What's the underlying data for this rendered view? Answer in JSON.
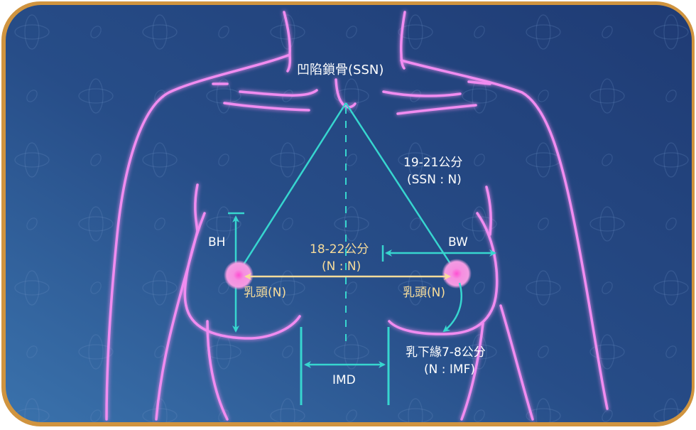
{
  "diagram": {
    "title": "Breast measurement landmarks",
    "colors": {
      "frame_border": "#d0943f",
      "background_light": "#3a6ea8",
      "background_dark": "#1f3f78",
      "outline_neon": "#f08cf0",
      "measure_line": "#37d6cf",
      "nipple_line": "#f7dc9a",
      "nipple_fill": "#f36fd0",
      "label_white": "#ffffff",
      "label_yellow": "#f7dc9a"
    },
    "labels": {
      "ssn": "凹陷鎖骨(SSN)",
      "ssn_to_nipple_value": "19-21公分",
      "ssn_to_nipple_ratio": "(SSN : N)",
      "bh": "BH",
      "bw": "BW",
      "nipple_to_nipple_value": "18-22公分",
      "nipple_to_nipple_ratio": "(N : N)",
      "nipple_left": "乳頭(N)",
      "nipple_right": "乳頭(N)",
      "imf_value": "乳下緣7-8公分",
      "imf_ratio": "(N : IMF)",
      "imd": "IMD"
    }
  }
}
